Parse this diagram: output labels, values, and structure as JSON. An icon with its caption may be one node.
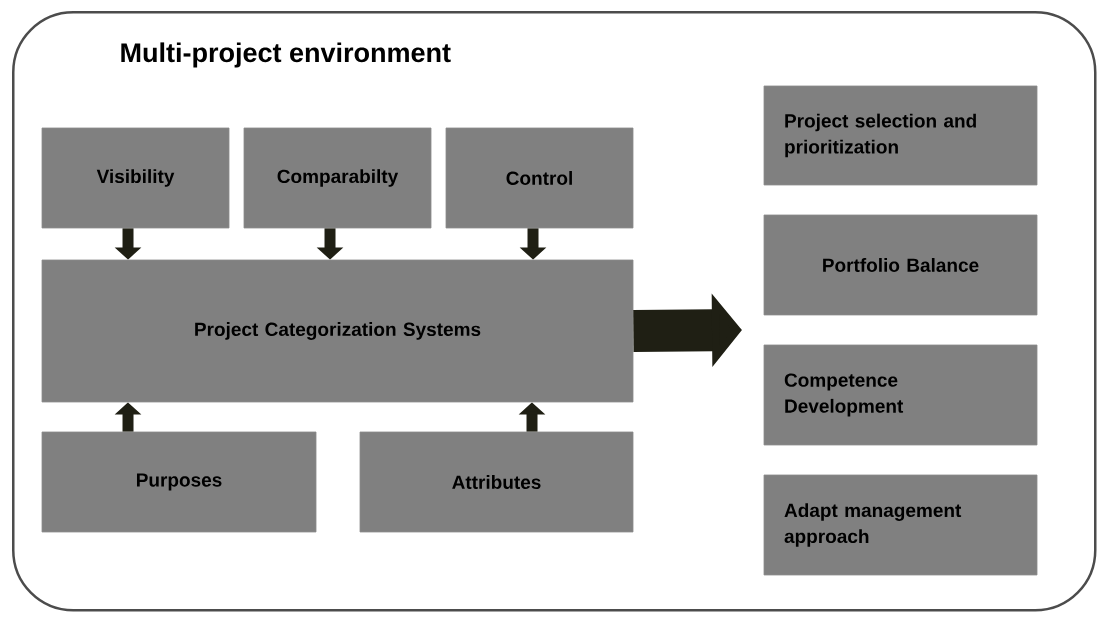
{
  "diagram": {
    "nodes": [
      {
        "text": [
          "Multi-project environment"
        ]
      },
      {
        "text": [
          "Visibility"
        ],
        "in": 0
      },
      {
        "text": [
          "Comparabilty"
        ],
        "in": 0
      },
      {
        "text": [
          "Control"
        ],
        "in": 0
      },
      {
        "text": [
          "Project Categorization Systems"
        ],
        "in": 0
      },
      {
        "text": [
          "Purposes"
        ],
        "in": 0
      },
      {
        "text": [
          "Attributes"
        ],
        "in": 0
      },
      {
        "text": [
          "Project selection and prioritization"
        ],
        "in": 0
      },
      {
        "text": [
          "Portfolio Balance"
        ],
        "in": 0
      },
      {
        "text": [
          "Competence Development"
        ],
        "in": 0
      },
      {
        "text": [
          "Adapt management approach"
        ],
        "in": 0
      }
    ],
    "edges": [
      {
        "from": 1,
        "to": 4,
        "arrow": "to"
      },
      {
        "from": 2,
        "to": 4,
        "arrow": "to"
      },
      {
        "from": 3,
        "to": 4,
        "arrow": "to"
      },
      {
        "from": 5,
        "to": 4,
        "arrow": "to"
      },
      {
        "from": 6,
        "to": 4,
        "arrow": "to"
      },
      {
        "from": 4,
        "to": null,
        "arrow": "to",
        "style": "thick"
      }
    ]
  }
}
